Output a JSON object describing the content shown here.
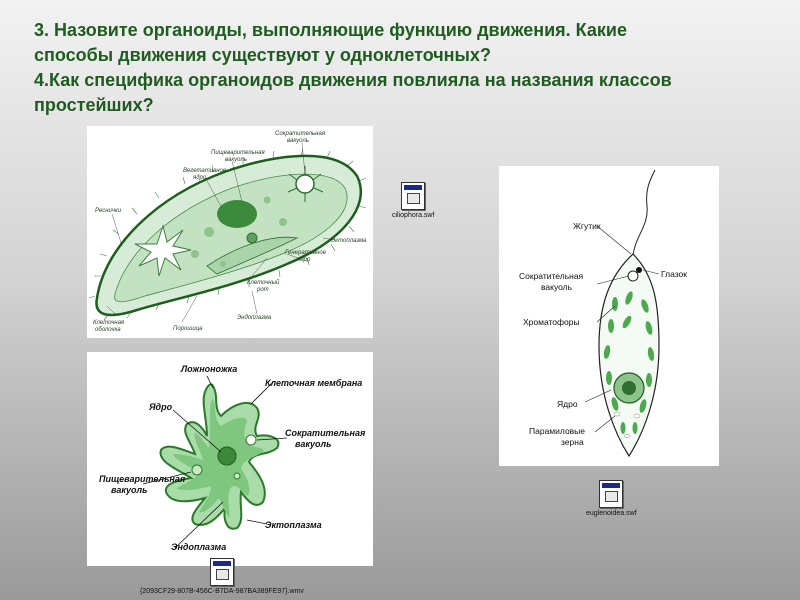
{
  "slide": {
    "title_lines": [
      "3. Назовите органоиды, выполняющие функцию движения. Какие",
      "способы движения существуют у одноклеточных?",
      "4.Как специфика органоидов движения повлияла на названия классов",
      "простейших?"
    ]
  },
  "paramecium": {
    "labels": {
      "contractile_vacuole": [
        "Сократительная",
        "вакуоль"
      ],
      "digestive_vacuole": [
        "Пищеварительная",
        "вакуоль"
      ],
      "vegetative_nucleus": [
        "Вегетативное",
        "ядро"
      ],
      "cilia": "Реснички",
      "ectoplasm": "Эктоплазма",
      "generative_nucleus": [
        "Генеративное",
        "ядро"
      ],
      "cell_mouth": [
        "Клеточный",
        "рот"
      ],
      "endoplasm": "Эндоплазма",
      "cell_membrane": [
        "Клеточная",
        "оболочка"
      ],
      "powder": "Порошица"
    }
  },
  "amoeba": {
    "labels": {
      "pseudopod": "Ложноножка",
      "cell_membrane": "Клеточная мембрана",
      "nucleus": "Ядро",
      "contractile_vacuole": [
        "Сократительная",
        "вакуоль"
      ],
      "digestive_vacuole": [
        "Пищеварительная",
        "вакуоль"
      ],
      "ectoplasm": "Эктоплазма",
      "endoplasm": "Эндоплазма"
    }
  },
  "euglena": {
    "labels": {
      "flagellum": "Жгутик",
      "eyespot": "Глазок",
      "contractile_vacuole": [
        "Сократительная",
        "вакуоль"
      ],
      "chromatophores": "Хроматофоры",
      "nucleus": "Ядро",
      "paramylon": [
        "Парамиловые",
        "зерна"
      ]
    }
  },
  "files": {
    "ciliophora": "ciliophora.swf",
    "euglenoidea": "euglenoidea.swf",
    "wmv": "{2093CF29-807B-456C-B7DA-987BA389FE97}.wmv"
  }
}
